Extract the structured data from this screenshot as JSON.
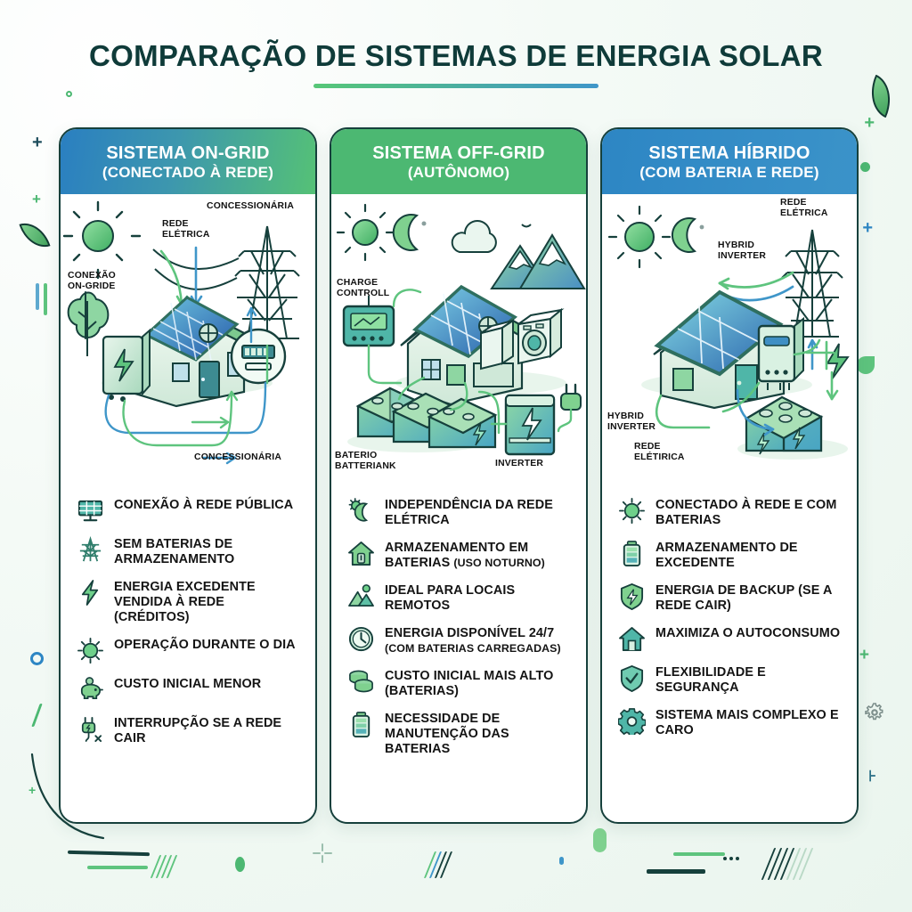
{
  "header": {
    "title": "COMPARAÇÃO DE SISTEMAS DE ENERGIA SOLAR"
  },
  "colors": {
    "title": "#0f3b39",
    "accent_green": "#4cb872",
    "accent_blue": "#2d86c4",
    "dark_outline": "#16403c",
    "underline_gradient_from": "#57c777",
    "underline_gradient_to": "#3f96c9"
  },
  "columns": [
    {
      "id": "on-grid",
      "header": {
        "line1": "SISTEMA ON-GRID",
        "line2": "(CONECTADO À REDE)",
        "style": "blue-green-gradient"
      },
      "illustration": {
        "labels": [
          {
            "name": "concessionaria-top",
            "text": "CONCESSIONÁRIA"
          },
          {
            "name": "rede-eletrica",
            "text": "REDE ELÉTRICA"
          },
          {
            "name": "conexao-on-gride",
            "text": "CONEXÃO ON-GRIDE"
          },
          {
            "name": "concessionaria-bottom",
            "text": "CONCESSIONÁRIA"
          }
        ],
        "elements": [
          "sun-icon",
          "transmission-tower-icon",
          "house-icon",
          "solar-panel-icon",
          "inverter-icon",
          "electric-meter-icon",
          "tree-icon",
          "flow-arrow-icon"
        ]
      },
      "features": [
        {
          "icon": "solar-panel-icon",
          "text": "CONEXÃO À REDE PÚBLICA"
        },
        {
          "icon": "transmission-tower-icon",
          "text": "SEM BATERIAS DE ARMAZENAMENTO"
        },
        {
          "icon": "lightning-bolt-icon",
          "text": "ENERGIA EXCEDENTE VENDIDA À REDE (CRÉDITOS)"
        },
        {
          "icon": "sun-icon",
          "text": "OPERAÇÃO DURANTE O DIA"
        },
        {
          "icon": "piggy-bank-icon",
          "text": "CUSTO INICIAL MENOR"
        },
        {
          "icon": "plug-off-icon",
          "text": "INTERRUPÇÃO SE A REDE CAIR"
        }
      ]
    },
    {
      "id": "off-grid",
      "header": {
        "line1": "SISTEMA OFF-GRID",
        "line2": "(AUTÔNOMO)",
        "style": "solid-green"
      },
      "illustration": {
        "labels": [
          {
            "name": "charge-controll",
            "text": "CHARGE CONTROLL"
          },
          {
            "name": "baterio-batteriank",
            "text": "BATERIO BATTERIANK"
          },
          {
            "name": "inverter",
            "text": "INVERTER"
          }
        ],
        "elements": [
          "sun-icon",
          "moon-icon",
          "cloud-icon",
          "mountains-icon",
          "bird-icon",
          "house-icon",
          "solar-panel-icon",
          "charge-controller-icon",
          "battery-bank-icon",
          "inverter-icon",
          "washing-machine-icon",
          "plug-icon"
        ]
      },
      "features": [
        {
          "icon": "moon-sun-icon",
          "text": "INDEPENDÊNCIA DA REDE ELÉTRICA"
        },
        {
          "icon": "house-battery-icon",
          "text": "ARMAZENAMENTO EM BATERIAS",
          "sub": "(USO NOTURNO)"
        },
        {
          "icon": "mountains-icon",
          "text": "IDEAL PARA LOCAIS REMOTOS"
        },
        {
          "icon": "clock-icon",
          "text": "ENERGIA DISPONÍVEL 24/7",
          "sub": "(COM BATERIAS CARREGADAS)"
        },
        {
          "icon": "coins-icon",
          "text": "CUSTO INICIAL MAIS ALTO (BATERIAS)"
        },
        {
          "icon": "battery-icon",
          "text": "NECESSIDADE DE MANUTENÇÃO DAS BATERIAS"
        }
      ]
    },
    {
      "id": "hibrido",
      "header": {
        "line1": "SISTEMA HÍBRIDO",
        "line2": "(COM BATERIA E REDE)",
        "style": "solid-blue"
      },
      "illustration": {
        "labels": [
          {
            "name": "rede-eletrica-top",
            "text": "REDE ELÉTRICA"
          },
          {
            "name": "hybrid-inverter-top",
            "text": "HYBRID INVERTER"
          },
          {
            "name": "hybrid-inverter-bottom",
            "text": "HYBRID INVERTER"
          },
          {
            "name": "rede-eletirica-bottom",
            "text": "REDE ELÉTIRICA"
          }
        ],
        "elements": [
          "sun-icon",
          "moon-icon",
          "transmission-tower-icon",
          "house-icon",
          "solar-panel-icon",
          "hybrid-inverter-icon",
          "battery-bank-icon",
          "lightning-bolt-icon"
        ]
      },
      "features": [
        {
          "icon": "sun-icon",
          "text": "CONECTADO À REDE E COM BATERIAS"
        },
        {
          "icon": "battery-icon",
          "text": "ARMAZENAMENTO DE EXCEDENTE"
        },
        {
          "icon": "shield-bolt-icon",
          "text": "ENERGIA DE BACKUP (SE A REDE CAIR)"
        },
        {
          "icon": "house-icon",
          "text": "MAXIMIZA O AUTOCONSUMO"
        },
        {
          "icon": "shield-check-icon",
          "text": "FLEXIBILIDADE E SEGURANÇA"
        },
        {
          "icon": "gear-icon",
          "text": "SISTEMA MAIS COMPLEXO E CARO"
        }
      ]
    }
  ],
  "decorations": {
    "left": [
      "plus-icon",
      "plus-icon",
      "leaf-icon",
      "bars-icon",
      "circle-icon",
      "slash-icon"
    ],
    "right": [
      "leaf-icon",
      "plus-icon",
      "dot-icon",
      "plus-icon",
      "leaf-icon",
      "gear-icon",
      "bracket-icon"
    ],
    "bottom": [
      "curve-line",
      "rule-line",
      "hatch-marks",
      "dot-icon",
      "crosshair-icon",
      "hatch-marks",
      "pill-icon",
      "rule-line",
      "dots-icon",
      "hatch-marks"
    ]
  }
}
